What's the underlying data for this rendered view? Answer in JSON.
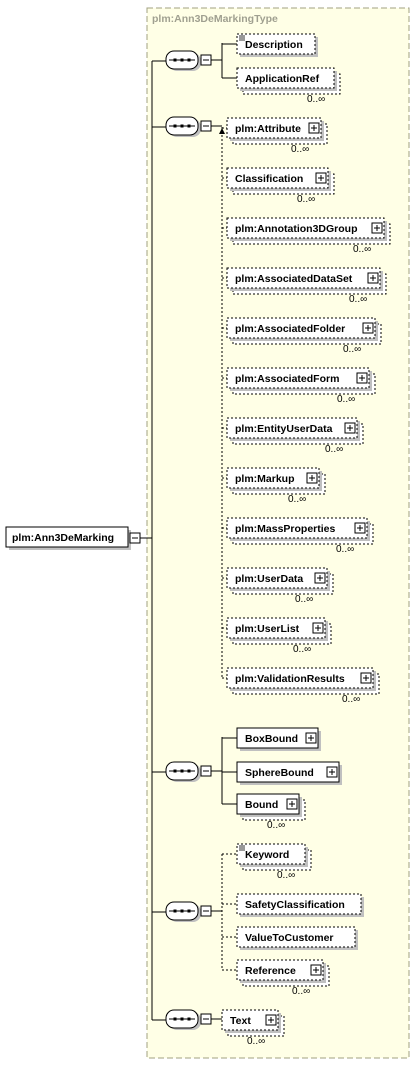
{
  "type_name": "plm:Ann3DeMarkingType",
  "root_element": "plm:Ann3DeMarking",
  "elements": {
    "description": {
      "label": "Description",
      "occurs": ""
    },
    "application_ref": {
      "label": "ApplicationRef",
      "occurs": "0..∞"
    },
    "attribute": {
      "label": "plm:Attribute",
      "occurs": "0..∞"
    },
    "classification": {
      "label": "Classification",
      "occurs": "0..∞"
    },
    "annotation_3d_group": {
      "label": "plm:Annotation3DGroup",
      "occurs": "0..∞"
    },
    "associated_data_set": {
      "label": "plm:AssociatedDataSet",
      "occurs": "0..∞"
    },
    "associated_folder": {
      "label": "plm:AssociatedFolder",
      "occurs": "0..∞"
    },
    "associated_form": {
      "label": "plm:AssociatedForm",
      "occurs": "0..∞"
    },
    "entity_user_data": {
      "label": "plm:EntityUserData",
      "occurs": "0..∞"
    },
    "markup": {
      "label": "plm:Markup",
      "occurs": "0..∞"
    },
    "mass_properties": {
      "label": "plm:MassProperties",
      "occurs": "0..∞"
    },
    "user_data": {
      "label": "plm:UserData",
      "occurs": "0..∞"
    },
    "user_list": {
      "label": "plm:UserList",
      "occurs": "0..∞"
    },
    "validation_results": {
      "label": "plm:ValidationResults",
      "occurs": "0..∞"
    },
    "box_bound": {
      "label": "BoxBound",
      "occurs": ""
    },
    "sphere_bound": {
      "label": "SphereBound",
      "occurs": ""
    },
    "bound": {
      "label": "Bound",
      "occurs": "0..∞"
    },
    "keyword": {
      "label": "Keyword",
      "occurs": "0..∞"
    },
    "safety_classification": {
      "label": "SafetyClassification",
      "occurs": ""
    },
    "value_to_customer": {
      "label": "ValueToCustomer",
      "occurs": ""
    },
    "reference": {
      "label": "Reference",
      "occurs": "0..∞"
    },
    "text": {
      "label": "Text",
      "occurs": "0..∞"
    }
  },
  "colors": {
    "type_box_fill": "#ffffe6",
    "type_box_border": "#a0a080",
    "element_fill": "#ffffff",
    "line": "#000000",
    "shadow": "#c0c0c0"
  }
}
